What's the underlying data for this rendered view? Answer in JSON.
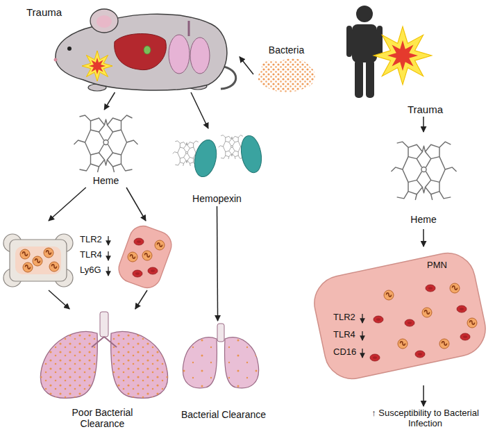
{
  "diagram": {
    "nodes": [
      {
        "text": [
          "Trauma"
        ]
      },
      {
        "text": [
          "Bacteria"
        ]
      },
      {
        "text": [
          "Heme"
        ]
      },
      {
        "text": [
          "Hemopexin"
        ]
      },
      {
        "text": [
          "TLR2",
          "TLR4",
          "Ly6G"
        ]
      },
      {
        "text": [
          "Poor Bacterial Clearance"
        ]
      },
      {
        "text": [
          "Bacterial Clearance"
        ]
      },
      {
        "text": [
          "Trauma"
        ]
      },
      {
        "text": [
          "Heme"
        ]
      },
      {
        "text": [
          "PMN",
          "TLR2",
          "TLR4",
          "CD16"
        ]
      },
      {
        "text": [
          "↑ Susceptibility to Bacterial Infection"
        ]
      }
    ],
    "edges": [
      {
        "from": 1,
        "to": 0,
        "arrow": "to"
      },
      {
        "from": 0,
        "to": 2,
        "arrow": "to"
      },
      {
        "from": 0,
        "to": 3,
        "arrow": "to"
      },
      {
        "from": 2,
        "to": 4,
        "arrow": "to"
      },
      {
        "from": 2,
        "to": 4,
        "arrow": "to"
      },
      {
        "from": 4,
        "to": 5,
        "arrow": "to"
      },
      {
        "from": 4,
        "to": 5,
        "arrow": "to"
      },
      {
        "from": 3,
        "to": 6,
        "arrow": "to"
      },
      {
        "from": 7,
        "to": 8,
        "arrow": "to"
      },
      {
        "from": 8,
        "to": 9,
        "arrow": "to"
      },
      {
        "from": 9,
        "to": 10,
        "arrow": "to"
      }
    ]
  }
}
